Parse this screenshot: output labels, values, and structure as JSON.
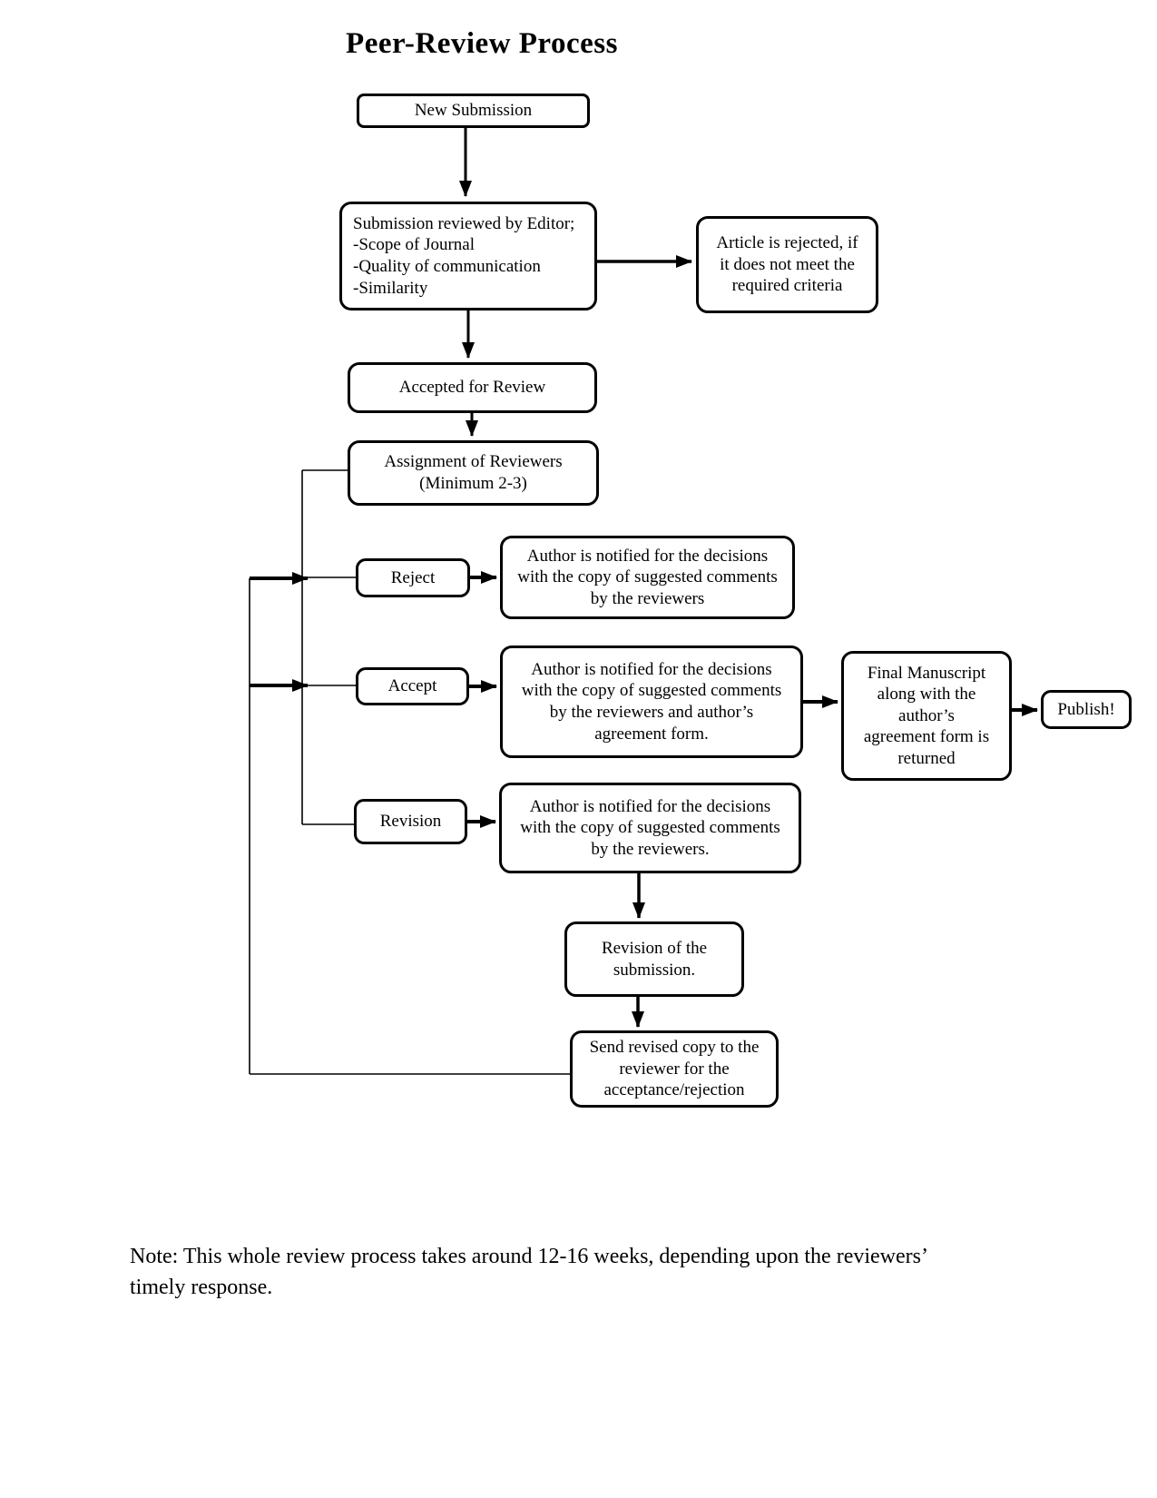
{
  "title": "Peer-Review Process",
  "flowchart": {
    "line_color": "#000000",
    "nodes": {
      "new_submission": "New Submission",
      "editor_review": "Submission reviewed by Editor;\n-Scope of Journal\n-Quality of communication\n-Similarity",
      "article_rejected": "Article is rejected, if\nit does not meet the\nrequired criteria",
      "accepted_for_review": "Accepted for Review",
      "assignment": "Assignment of Reviewers\n(Minimum 2-3)",
      "reject": "Reject",
      "reject_notice": "Author is notified for the decisions\nwith the copy of suggested comments\nby the reviewers",
      "accept": "Accept",
      "accept_notice": "Author is notified for the decisions\nwith the copy of suggested comments\nby the reviewers and author’s\nagreement form.",
      "final_manuscript": "Final Manuscript\nalong with the\nauthor’s\nagreement form is\nreturned",
      "publish": "Publish!",
      "revision": "Revision",
      "revision_notice": "Author is notified for the decisions\nwith the copy of suggested comments\nby the reviewers.",
      "revision_of_submission": "Revision of the\nsubmission.",
      "send_revised": "Send revised copy to the\nreviewer for the\nacceptance/rejection"
    }
  },
  "note": "Note: This whole review process takes around 12-16 weeks, depending upon the reviewers’\ntimely response."
}
